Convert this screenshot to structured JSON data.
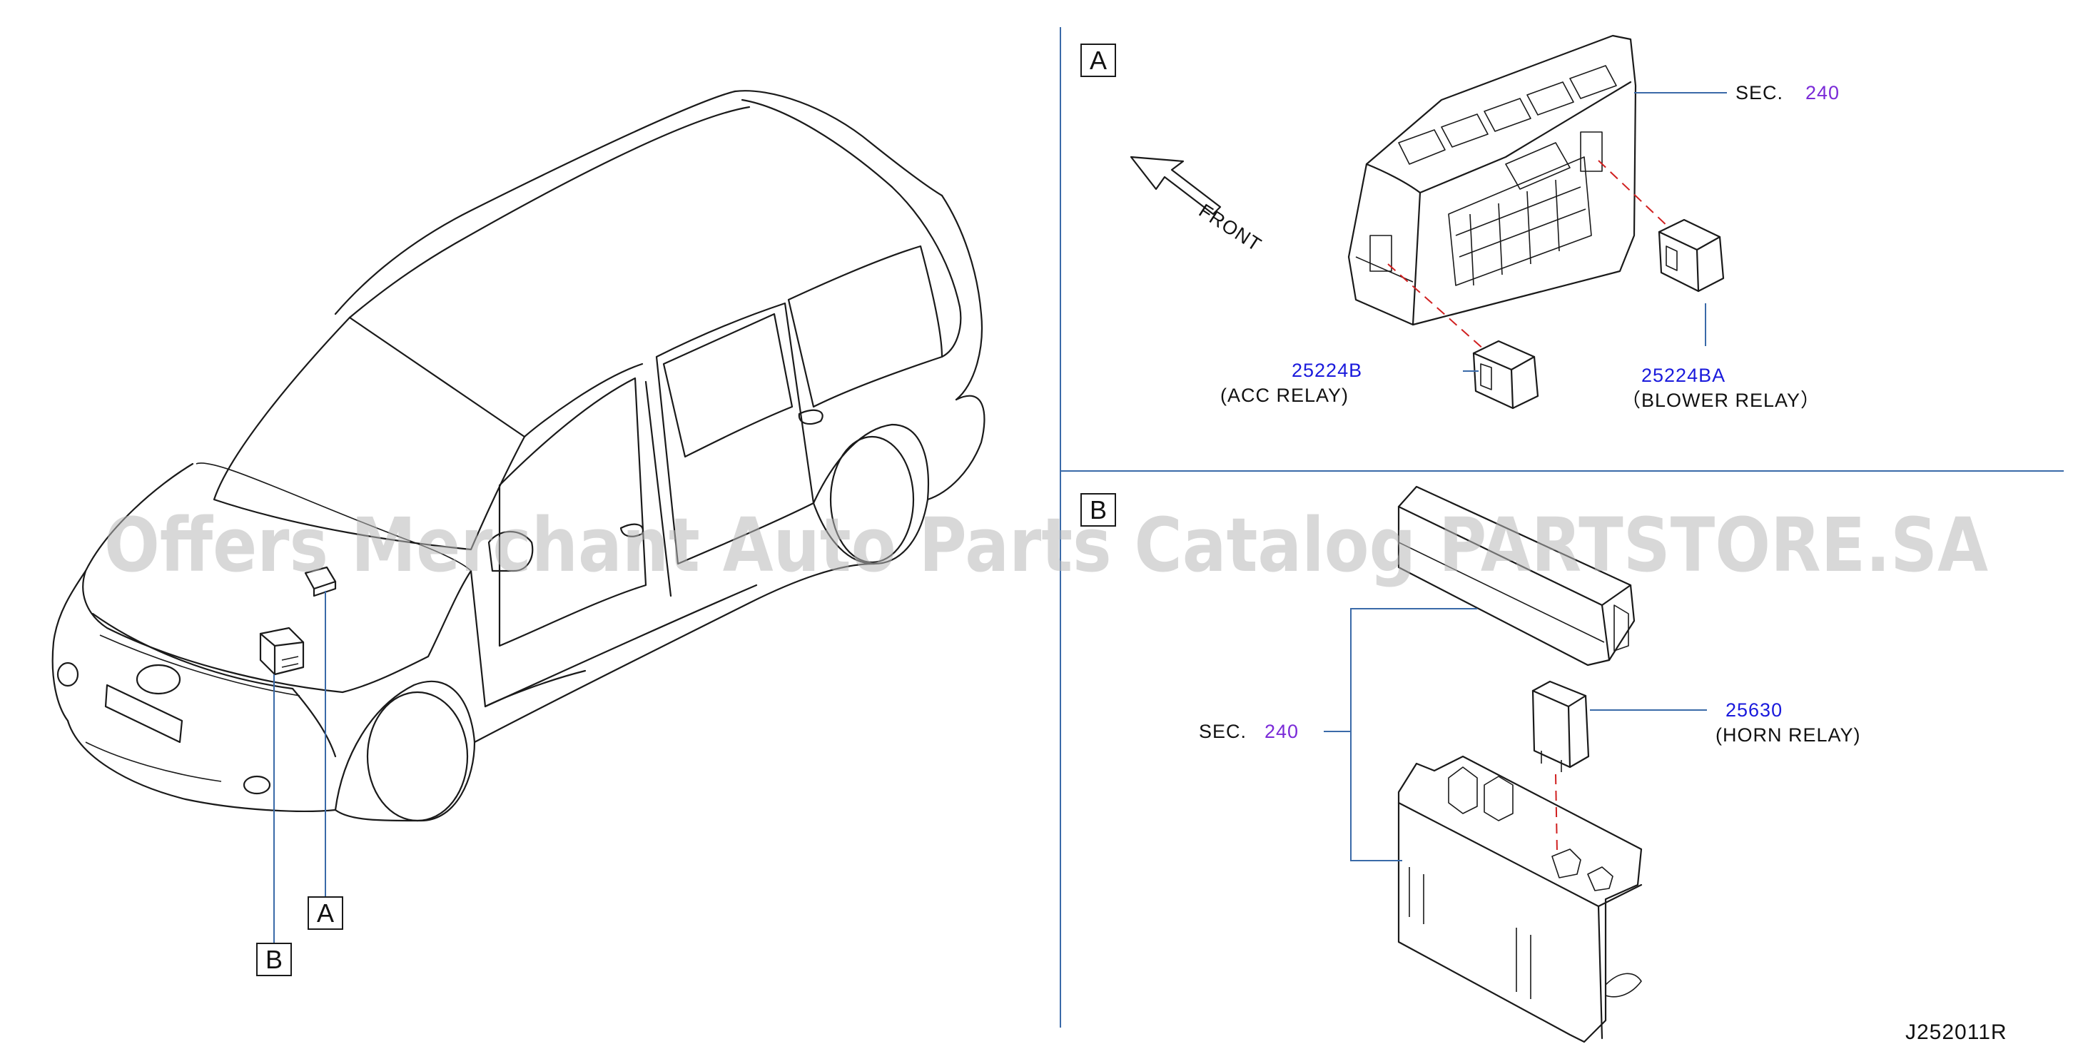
{
  "watermark": "Offers Merchant Auto Parts Catalog PARTSTORE.SA",
  "drawing_number": "J252011R",
  "vehicle_callouts": {
    "a": "A",
    "b": "B"
  },
  "section_a": {
    "label": "A",
    "front_label": "FRONT",
    "sec_prefix": "SEC.",
    "sec_number": "240",
    "acc_relay": {
      "part_no": "25224B",
      "name": "(ACC   RELAY)"
    },
    "blower_relay": {
      "part_no": "25224BA",
      "name": "（BLOWER   RELAY）"
    }
  },
  "section_b": {
    "label": "B",
    "sec_prefix": "SEC.",
    "sec_number": "240",
    "horn_relay": {
      "part_no": "25630",
      "name": "(HORN   RELAY)"
    }
  },
  "colors": {
    "part_number": "#1a1adc",
    "section_number": "#7a2ad8",
    "leader": "#3a6aa8",
    "dash": "#d02020"
  }
}
